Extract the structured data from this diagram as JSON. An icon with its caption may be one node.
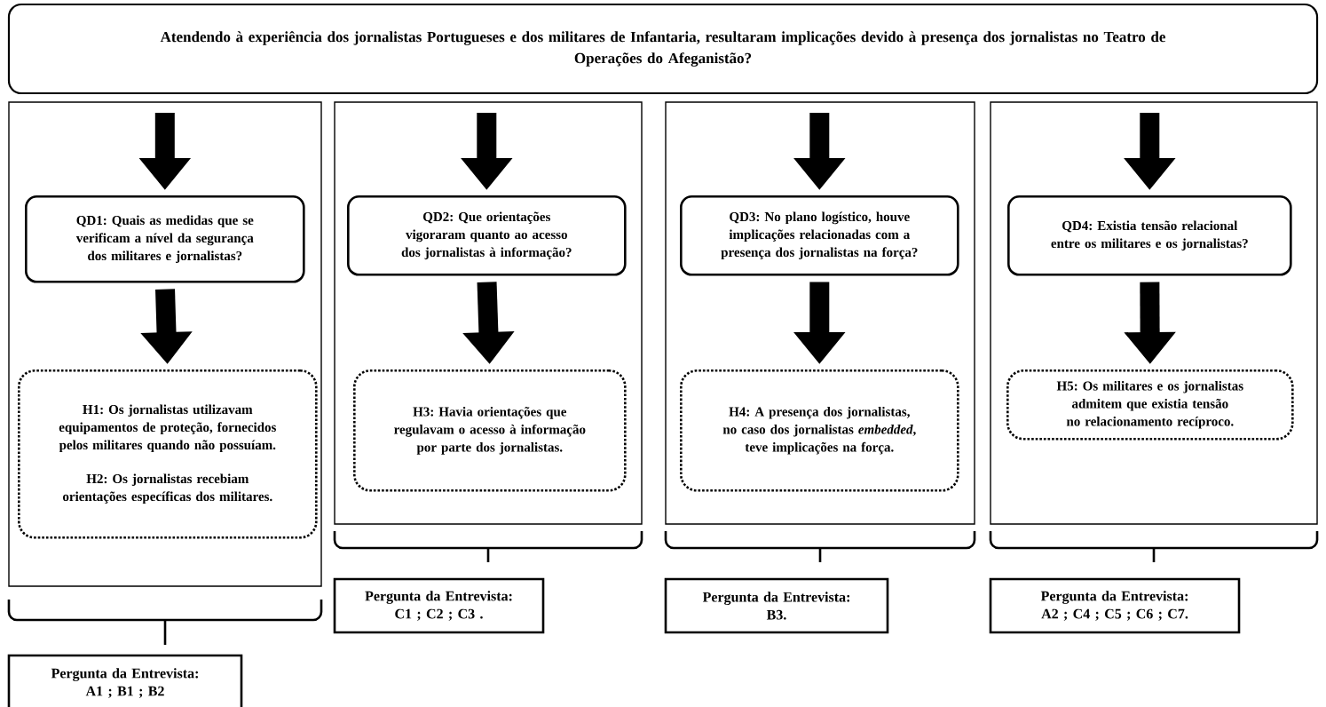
{
  "diagram": {
    "nodes": [
      {
        "text": [
          "Atendendo à experiência dos jornalistas Portugueses e dos militares de Infantaria, resultaram implicações devido à presença dos jornalistas no Teatro de Operações do Afeganistão?"
        ]
      },
      {
        "text": [],
        "shape": "box"
      },
      {
        "text": [
          "QD1: Quais as medidas que se verificam a nível da segurança dos militares e jornalistas?"
        ],
        "in": 1
      },
      {
        "text": [
          "H1: Os jornalistas utilizavam equipamentos de proteção, fornecidos pelos militares quando não possuíam.",
          "H2: Os jornalistas recebiam orientações específicas dos militares."
        ],
        "in": 1
      },
      {
        "text": [],
        "shape": "box"
      },
      {
        "text": [
          "QD2: Que orientações vigoraram quanto ao acesso dos jornalistas à informação?"
        ],
        "in": 4
      },
      {
        "text": [
          "H3: Havia orientações que regulavam o acesso à informação por parte dos jornalistas."
        ],
        "in": 4
      },
      {
        "text": [],
        "shape": "box"
      },
      {
        "text": [
          "QD3: No plano logístico, houve implicações relacionadas com a presença dos jornalistas na força?"
        ],
        "in": 7
      },
      {
        "text": [
          "H4: A presença dos jornalistas, no caso dos jornalistas *embedded*, teve implicações na força."
        ],
        "in": 7
      },
      {
        "text": [],
        "shape": "box"
      },
      {
        "text": [
          "QD4: Existia tensão relacional entre os militares e os jornalistas?"
        ],
        "in": 10
      },
      {
        "text": [
          "H5: Os militares e os jornalistas admitem que existia tensão no relacionamento recíproco."
        ],
        "in": 10
      },
      {
        "text": [
          "Pergunta da Entrevista:",
          "A1 ; B1 ; B2"
        ]
      },
      {
        "text": [
          "Pergunta da Entrevista:",
          "C1 ; C2 ; C3 ."
        ]
      },
      {
        "text": [
          "Pergunta da Entrevista:",
          "B3."
        ]
      },
      {
        "text": [
          "Pergunta da Entrevista:",
          "A2 ; C4 ; C5 ; C6 ; C7."
        ]
      }
    ],
    "edges": [
      {
        "from": null,
        "to": 2,
        "arrow": "to"
      },
      {
        "from": 2,
        "to": 3,
        "arrow": "to"
      },
      {
        "from": null,
        "to": 5,
        "arrow": "to"
      },
      {
        "from": 5,
        "to": 6,
        "arrow": "to"
      },
      {
        "from": null,
        "to": 8,
        "arrow": "to"
      },
      {
        "from": 8,
        "to": 9,
        "arrow": "to"
      },
      {
        "from": null,
        "to": 11,
        "arrow": "to"
      },
      {
        "from": 11,
        "to": 12,
        "arrow": "to"
      }
    ]
  }
}
